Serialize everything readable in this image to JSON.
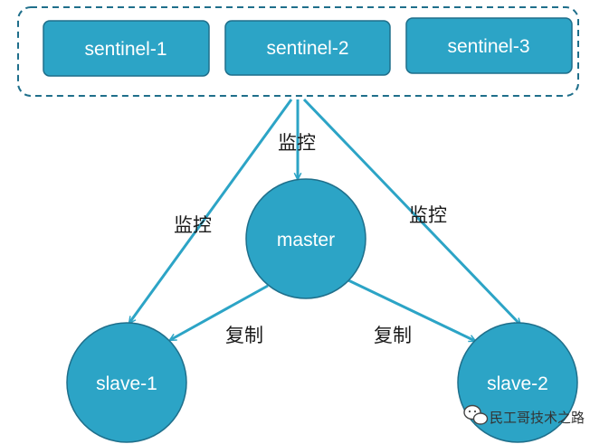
{
  "colors": {
    "accent": "#2ca4c6",
    "border": "#1f6f8b",
    "label": "#1a1a1a"
  },
  "sentinel_group": {
    "nodes": [
      "sentinel-1",
      "sentinel-2",
      "sentinel-3"
    ]
  },
  "master": {
    "label": "master"
  },
  "slaves": [
    "slave-1",
    "slave-2"
  ],
  "edge_labels": {
    "monitor_master": "监控",
    "monitor_slave1": "监控",
    "monitor_slave2": "监控",
    "replicate_slave1": "复制",
    "replicate_slave2": "复制"
  },
  "watermark": {
    "icon": "wechat-icon",
    "text": "民工哥技术之路"
  }
}
